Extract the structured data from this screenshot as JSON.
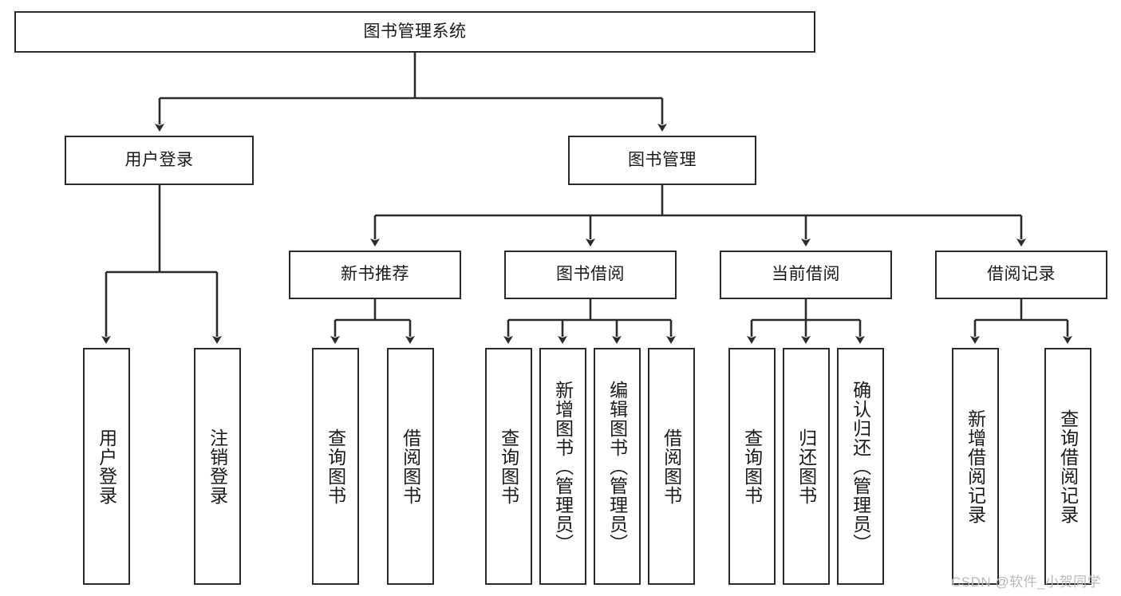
{
  "diagram": {
    "title": "图书管理系统",
    "type": "tree-hierarchy-chart",
    "colors": {
      "box_border": "#2b2b2b",
      "box_fill": "#ffffff",
      "line": "#2b2b2b",
      "text": "#1a1a1a",
      "watermark": "#b9b9b9"
    },
    "root": {
      "label": "图书管理系统"
    },
    "level2": [
      {
        "label": "用户登录"
      },
      {
        "label": "图书管理"
      }
    ],
    "level3": [
      {
        "label": "新书推荐"
      },
      {
        "label": "图书借阅"
      },
      {
        "label": "当前借阅"
      },
      {
        "label": "借阅记录"
      }
    ],
    "leaves": {
      "user_login": [
        {
          "label": "用户登录"
        },
        {
          "label": "注销登录"
        }
      ],
      "new_book_recommend": [
        {
          "label": "查询图书"
        },
        {
          "label": "借阅图书"
        }
      ],
      "book_borrow": [
        {
          "label": "查询图书"
        },
        {
          "label": "新增图书（管理员）"
        },
        {
          "label": "编辑图书（管理员）"
        },
        {
          "label": "借阅图书"
        }
      ],
      "current_borrow": [
        {
          "label": "查询图书"
        },
        {
          "label": "归还图书"
        },
        {
          "label": "确认归还（管理员）"
        }
      ],
      "borrow_record": [
        {
          "label": "新增借阅记录"
        },
        {
          "label": "查询借阅记录"
        }
      ]
    }
  },
  "watermark": {
    "text": "CSDN @软件_小贺同学"
  }
}
